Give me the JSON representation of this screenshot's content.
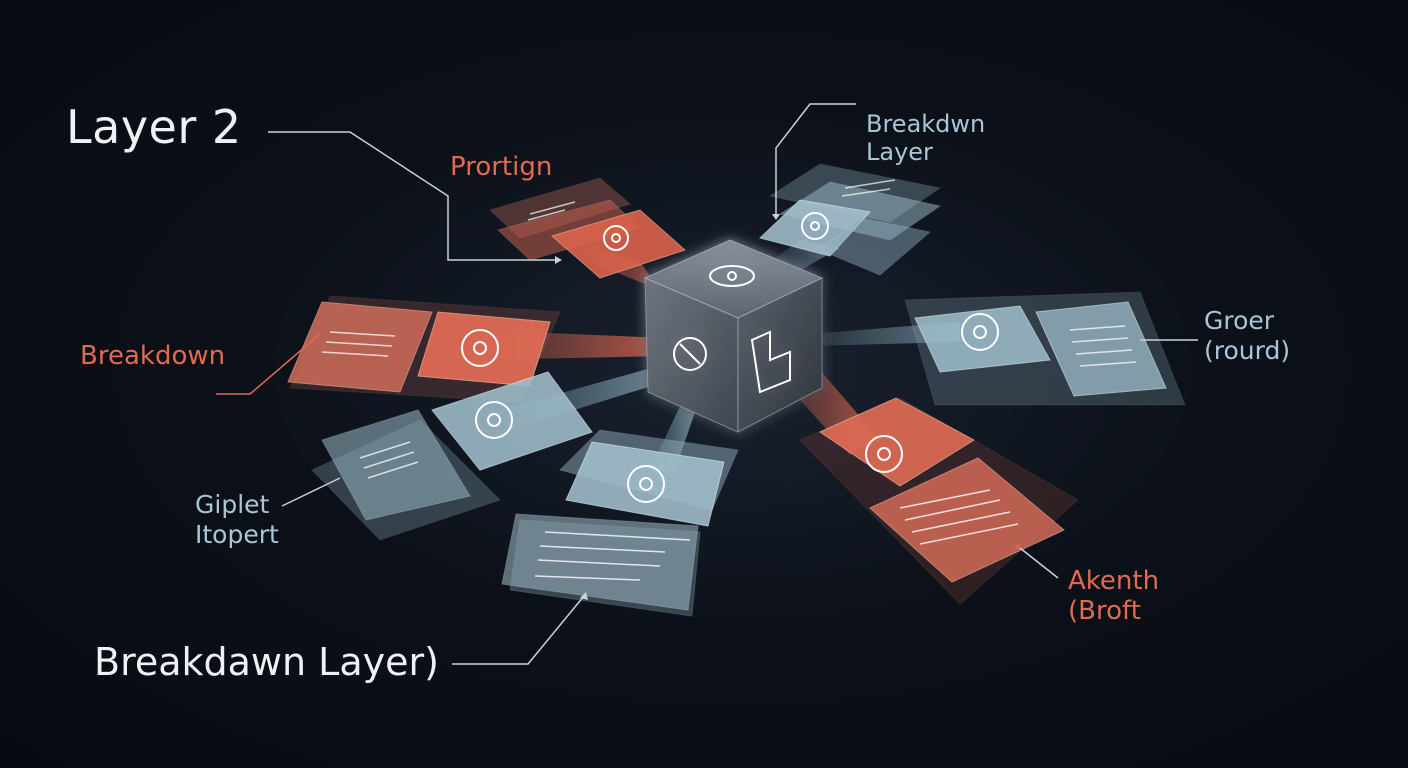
{
  "labels": {
    "layer_2": "Layer 2",
    "protign": "Prortign",
    "breakdwn_layer_line1": "Breakdwn",
    "breakdwn_layer_line2": "Layer",
    "breakdown_left": "Breakdown",
    "groer_line1": "Groer",
    "groer_line2": "(rourd)",
    "giplet_line1": "Giplet",
    "giplet_line2": "Itopert",
    "akenth_line1": "Akenth",
    "akenth_line2": "(Broft",
    "breakdawn_layer_bottom": "Breakdawn Layer)"
  },
  "colors": {
    "background": "#0b1017",
    "warm_accent": "#e06a52",
    "cool_accent": "#9fc3d3",
    "text_light": "#eef2f6"
  }
}
